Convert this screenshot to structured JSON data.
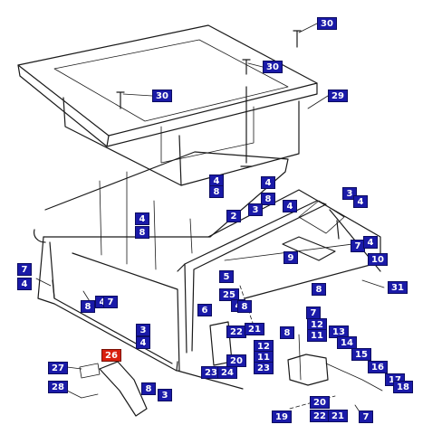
{
  "diagram": {
    "colors": {
      "callout_bg": "#1a1aa8",
      "callout_highlight_bg": "#d8200e",
      "callout_text": "#ffffff",
      "line": "#1a1a1a"
    },
    "highlighted_part": "26",
    "callouts": [
      {
        "id": "c30a",
        "label": "30"
      },
      {
        "id": "c30b",
        "label": "30"
      },
      {
        "id": "c30c",
        "label": "30"
      },
      {
        "id": "c29",
        "label": "29"
      },
      {
        "id": "c4a",
        "label": "4"
      },
      {
        "id": "c8a",
        "label": "8"
      },
      {
        "id": "c4b",
        "label": "4"
      },
      {
        "id": "c8b",
        "label": "8"
      },
      {
        "id": "c3a",
        "label": "3"
      },
      {
        "id": "c4c",
        "label": "4"
      },
      {
        "id": "c3b",
        "label": "3"
      },
      {
        "id": "c4d",
        "label": "4"
      },
      {
        "id": "c2",
        "label": "2"
      },
      {
        "id": "c4e",
        "label": "4"
      },
      {
        "id": "c8c",
        "label": "8"
      },
      {
        "id": "c7a",
        "label": "7"
      },
      {
        "id": "c4f",
        "label": "4"
      },
      {
        "id": "c9",
        "label": "9"
      },
      {
        "id": "c10",
        "label": "10"
      },
      {
        "id": "c7b",
        "label": "7"
      },
      {
        "id": "c4g",
        "label": "4"
      },
      {
        "id": "c5",
        "label": "5"
      },
      {
        "id": "c8d",
        "label": "8"
      },
      {
        "id": "c31",
        "label": "31"
      },
      {
        "id": "c8e",
        "label": "8"
      },
      {
        "id": "c4h",
        "label": "4"
      },
      {
        "id": "c7c",
        "label": "7"
      },
      {
        "id": "c25",
        "label": "25"
      },
      {
        "id": "c4i",
        "label": "4"
      },
      {
        "id": "c8f",
        "label": "8"
      },
      {
        "id": "c6",
        "label": "6"
      },
      {
        "id": "c7d",
        "label": "7"
      },
      {
        "id": "c12a",
        "label": "12"
      },
      {
        "id": "c11a",
        "label": "11"
      },
      {
        "id": "c22a",
        "label": "22"
      },
      {
        "id": "c21a",
        "label": "21"
      },
      {
        "id": "c8g",
        "label": "8"
      },
      {
        "id": "c13",
        "label": "13"
      },
      {
        "id": "c3c",
        "label": "3"
      },
      {
        "id": "c4j",
        "label": "4"
      },
      {
        "id": "c14",
        "label": "14"
      },
      {
        "id": "c12b",
        "label": "12"
      },
      {
        "id": "c11b",
        "label": "11"
      },
      {
        "id": "c23a",
        "label": "23"
      },
      {
        "id": "c15",
        "label": "15"
      },
      {
        "id": "c26",
        "label": "26"
      },
      {
        "id": "c20a",
        "label": "20"
      },
      {
        "id": "c27",
        "label": "27"
      },
      {
        "id": "c23b",
        "label": "23"
      },
      {
        "id": "c24",
        "label": "24"
      },
      {
        "id": "c16",
        "label": "16"
      },
      {
        "id": "c17",
        "label": "17"
      },
      {
        "id": "c18",
        "label": "18"
      },
      {
        "id": "c28",
        "label": "28"
      },
      {
        "id": "c8h",
        "label": "8"
      },
      {
        "id": "c3d",
        "label": "3"
      },
      {
        "id": "c20b",
        "label": "20"
      },
      {
        "id": "c19",
        "label": "19"
      },
      {
        "id": "c22b",
        "label": "22"
      },
      {
        "id": "c21b",
        "label": "21"
      },
      {
        "id": "c7e",
        "label": "7"
      }
    ]
  }
}
